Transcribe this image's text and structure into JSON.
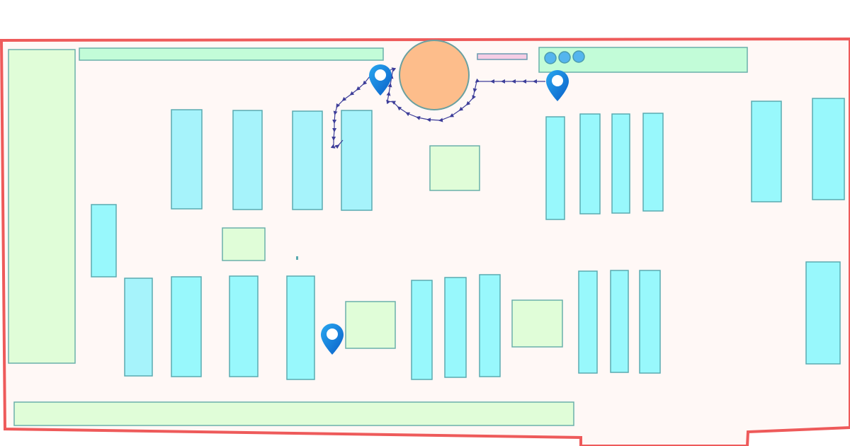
{
  "map": {
    "colors": {
      "boundary": "#ee5a5a",
      "floor": "#fff8f6",
      "shelf": "#98f8fc",
      "zone": "#e0fdd8",
      "circle": "#fdbd8b",
      "route": "#3d3d99",
      "pin": "#1a8ae6",
      "pink_bar": "#f5cde5",
      "dot": "#55b5ee"
    },
    "pins": [
      {
        "name": "pin-start",
        "icon": "map-pin-icon"
      },
      {
        "name": "pin-waypoint",
        "icon": "map-pin-icon"
      },
      {
        "name": "pin-destination",
        "icon": "map-pin-icon"
      }
    ],
    "route": {
      "icon": "route-arrow-path"
    }
  }
}
